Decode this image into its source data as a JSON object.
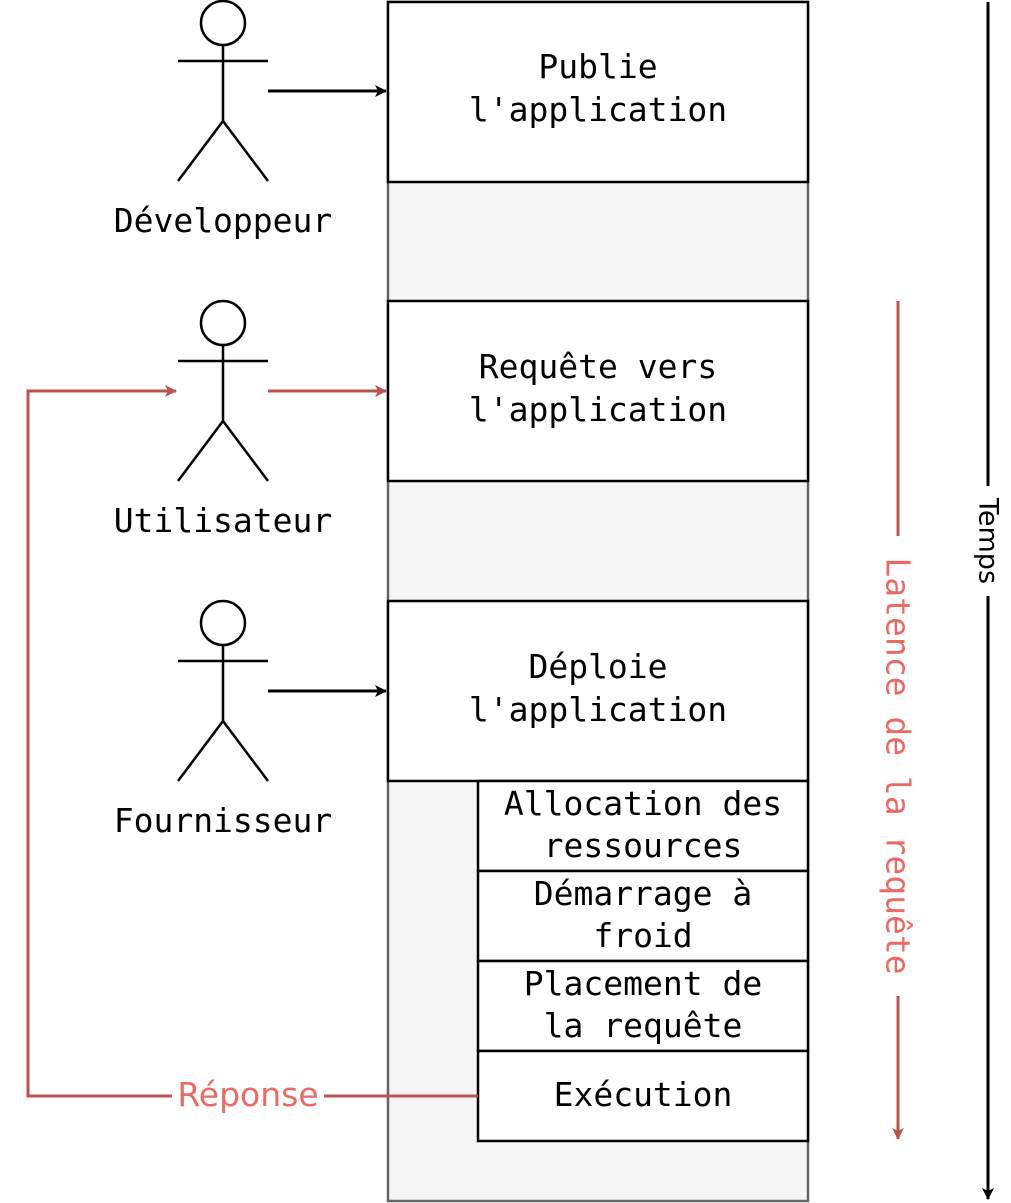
{
  "actors": {
    "developer": "Développeur",
    "user": "Utilisateur",
    "provider": "Fournisseur"
  },
  "steps": {
    "publish": [
      "Publie",
      "l'application"
    ],
    "request": [
      "Requête vers",
      "l'application"
    ],
    "deploy": [
      "Déploie",
      "l'application"
    ],
    "allocation": [
      "Allocation des",
      "ressources"
    ],
    "cold_start": [
      "Démarrage à",
      "froid"
    ],
    "placement": [
      "Placement de",
      "la requête"
    ],
    "execution": "Exécution"
  },
  "response_label": "Réponse",
  "latency_label": "Latence de la requête",
  "time_label": "Temps",
  "colors": {
    "accent": "#b85450",
    "accent_text": "#ea6b66",
    "line": "#000000",
    "background_column": "#f5f5f5",
    "column_border": "#666666"
  }
}
